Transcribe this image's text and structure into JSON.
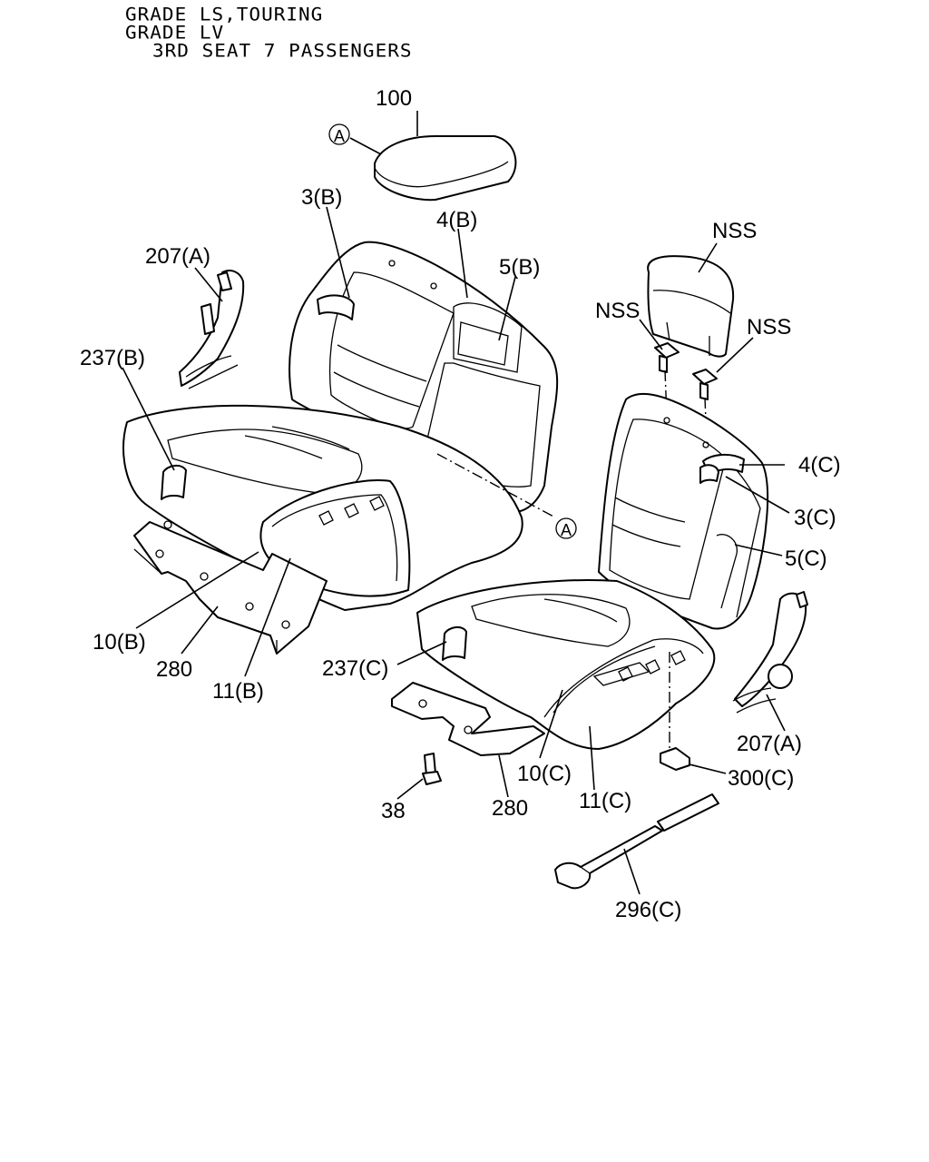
{
  "header": {
    "line1": "GRADE LS,TOURING",
    "line2": "GRADE LV",
    "line3": "3RD SEAT 7 PASSENGERS"
  },
  "callouts": {
    "c100": "100",
    "refA1": "A",
    "refA2": "A",
    "c3B": "3(B)",
    "c4B": "4(B)",
    "c5B": "5(B)",
    "c207A_left": "207(A)",
    "c237B": "237(B)",
    "nss_top": "NSS",
    "nss_left": "NSS",
    "nss_right": "NSS",
    "c4C": "4(C)",
    "c3C": "3(C)",
    "c5C": "5(C)",
    "c10B": "10(B)",
    "c280_left": "280",
    "c11B": "11(B)",
    "c237C": "237(C)",
    "c207A_right": "207(A)",
    "c10C": "10(C)",
    "c11C": "11(C)",
    "c300C": "300(C)",
    "c38": "38",
    "c280_right": "280",
    "c296C": "296(C)"
  }
}
